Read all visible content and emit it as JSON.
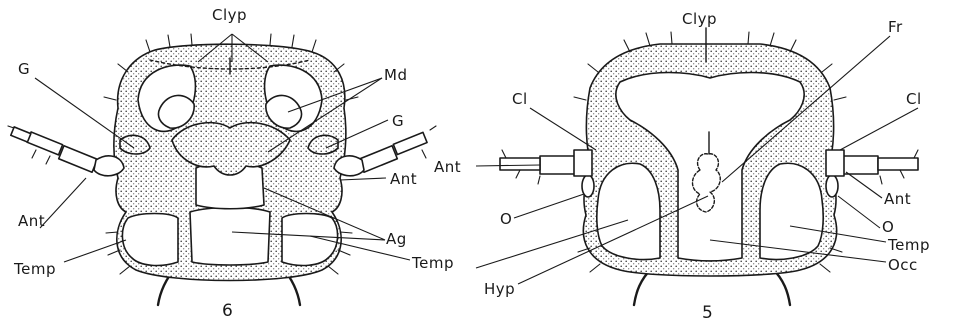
{
  "figure6": {
    "number": "6",
    "labels": {
      "clyp": "Clyp",
      "g_left": "G",
      "md": "Md",
      "g_right": "G",
      "ant": "Ant",
      "ant_right": "Ant",
      "ag": "Ag",
      "temp_left": "Temp",
      "temp_right": "Temp"
    }
  },
  "figure5": {
    "number": "5",
    "labels": {
      "clyp": "Clyp",
      "fr": "Fr",
      "cl_left": "Cl",
      "cl_right": "Cl",
      "ant_left": "Ant",
      "ant_right": "Ant",
      "o_left": "O",
      "o_right": "O",
      "temp": "Temp",
      "occ": "Occ",
      "hyp": "Hyp"
    }
  }
}
